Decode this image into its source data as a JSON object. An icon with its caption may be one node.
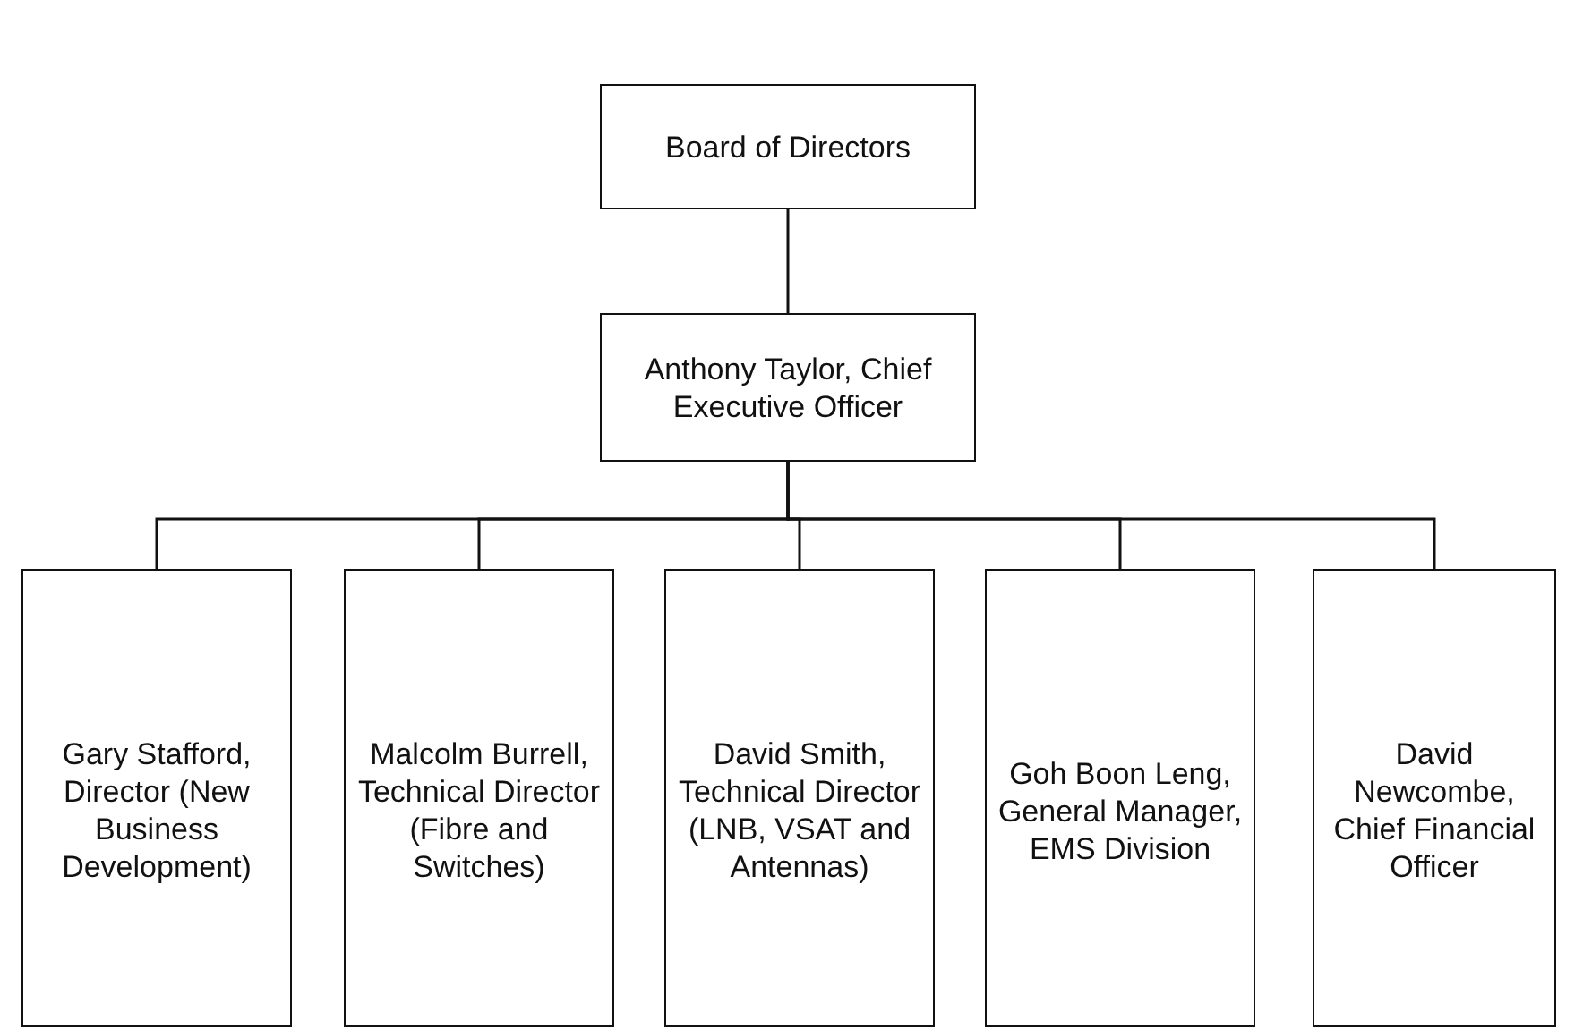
{
  "diagram": {
    "nodes": [
      {
        "text": [
          "Board of Directors"
        ]
      },
      {
        "text": [
          "Anthony Taylor, Chief Executive Officer"
        ]
      },
      {
        "text": [
          "Gary Stafford, Director (New Business Development)"
        ]
      },
      {
        "text": [
          "Malcolm Burrell, Technical Director (Fibre and Switches)"
        ]
      },
      {
        "text": [
          "David Smith, Technical Director (LNB, VSAT and Antennas)"
        ]
      },
      {
        "text": [
          "Goh Boon Leng, General Manager, EMS Division"
        ]
      },
      {
        "text": [
          "David Newcombe, Chief Financial Officer"
        ]
      }
    ],
    "edges": [
      {
        "from": 0,
        "to": 1,
        "arrow": "none"
      },
      {
        "from": 1,
        "to": 2,
        "arrow": "none"
      },
      {
        "from": 1,
        "to": 3,
        "arrow": "none"
      },
      {
        "from": 1,
        "to": 4,
        "arrow": "none"
      },
      {
        "from": 1,
        "to": 5,
        "arrow": "none"
      },
      {
        "from": 1,
        "to": 6,
        "arrow": "none"
      }
    ]
  }
}
